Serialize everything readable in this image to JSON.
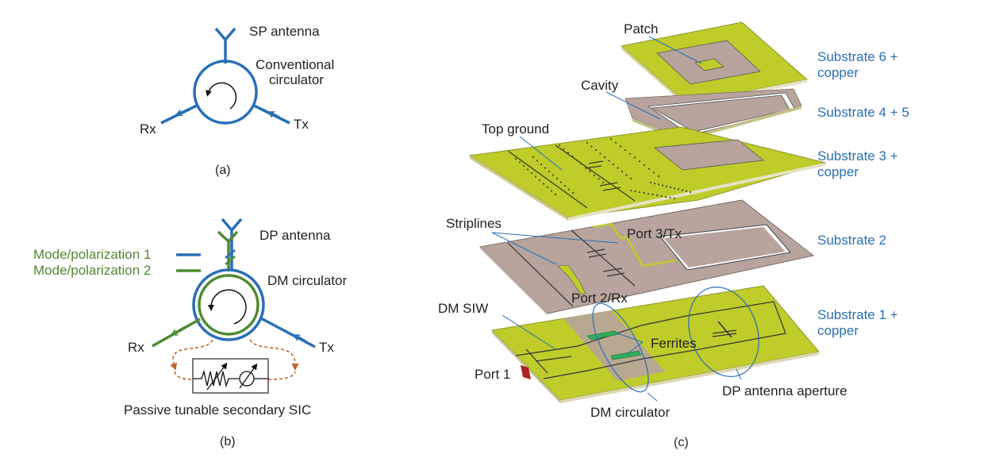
{
  "colors": {
    "blue": "#2a6fb5",
    "green": "#4f8a32",
    "orange": "#c8642a",
    "copper_yellow": "#bfcc2a",
    "substrate_tan": "#b8a49c",
    "ferrite_green": "#2fae5e",
    "port_red": "#b02020",
    "leader_blue": "#2a6fb5"
  },
  "panel_a": {
    "caption": "(a)",
    "antenna_label": "SP antenna",
    "circulator_label_line1": "Conventional",
    "circulator_label_line2": "circulator",
    "rx_label": "Rx",
    "tx_label": "Tx"
  },
  "panel_b": {
    "caption": "(b)",
    "antenna_label": "DP antenna",
    "legend": [
      {
        "label": "Mode/polarization 1",
        "color": "#2a6fb5"
      },
      {
        "label": "Mode/polarization 2",
        "color": "#4f8a32"
      }
    ],
    "circulator_label": "DM circulator",
    "rx_label": "Rx",
    "tx_label": "Tx",
    "sic_label": "Passive tunable secondary SIC"
  },
  "panel_c": {
    "caption": "(c)",
    "callouts": {
      "patch": "Patch",
      "cavity": "Cavity",
      "top_ground": "Top ground",
      "striplines": "Striplines",
      "port3": "Port 3/Tx",
      "port2": "Port 2/Rx",
      "dm_siw": "DM SIW",
      "ferrites": "Ferrites",
      "port1": "Port 1",
      "dm_circulator": "DM circulator",
      "dp_aperture": "DP antenna aperture"
    },
    "layers": [
      {
        "line1": "Substrate 6 +",
        "line2": "copper"
      },
      {
        "line1": "Substrate 4 + 5",
        "line2": ""
      },
      {
        "line1": "Substrate 3 +",
        "line2": "copper"
      },
      {
        "line1": "Substrate 2",
        "line2": ""
      },
      {
        "line1": "Substrate 1 +",
        "line2": "copper"
      }
    ]
  }
}
